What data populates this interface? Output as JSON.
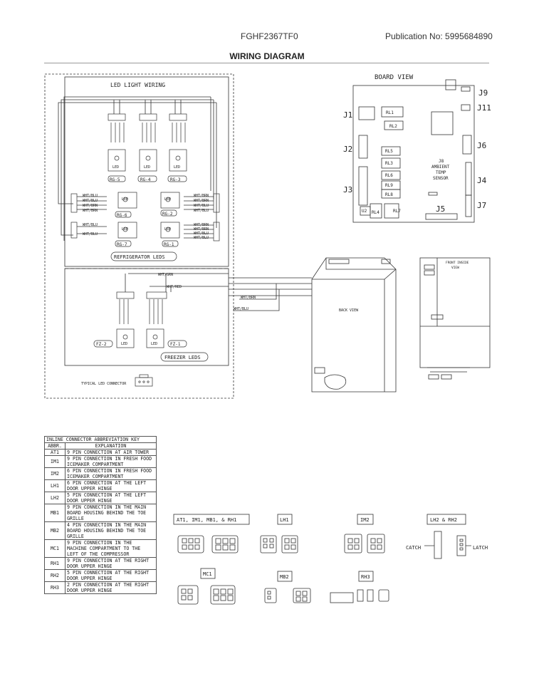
{
  "header": {
    "model": "FGHF2367TF0",
    "publication": "Publication No:  5995684890"
  },
  "title": "WIRING DIAGRAM",
  "led_panel": {
    "title": "LED LIGHT WIRING",
    "refrigerator_label": "REFRIGERATOR LEDS",
    "freezer_label": "FREEZER LEDS",
    "typical_connector": "TYPICAL LED CONNECTOR",
    "led_text": "LED",
    "modules": [
      "RG-5",
      "RG-4",
      "RG-3",
      "RG-6",
      "RG-2",
      "RG-7",
      "RG-1",
      "FZ-2",
      "FZ-1"
    ],
    "wires": [
      "WHT/BLU",
      "WHT/BRN",
      "WHT/GRN",
      "WHT/RED"
    ]
  },
  "board": {
    "title": "BOARD VIEW",
    "connectors": [
      "J1",
      "J2",
      "J3",
      "J4",
      "J5",
      "J6",
      "J7",
      "J9",
      "J11"
    ],
    "relays": [
      "RL1",
      "RL2",
      "RL5",
      "RL3",
      "RL6",
      "RL9",
      "RL8",
      "RL4",
      "RL7",
      "U2"
    ],
    "sensor": [
      "J8",
      "AMBIENT",
      "TEMP",
      "SENSOR"
    ]
  },
  "cabinet": {
    "back_view": "BACK VIEW",
    "front_inside": [
      "FRONT INSIDE",
      "VIEW"
    ]
  },
  "key": {
    "title": "INLINE CONNECTOR ABBREVIATION KEY",
    "headers": [
      "ABBR.",
      "EXPLANATION"
    ],
    "rows": [
      {
        "abbr": "AT1",
        "text": "9 PIN CONNECTION AT AIR TOWER"
      },
      {
        "abbr": "IM1",
        "text": "9 PIN CONNECTION IN FRESH FOOD ICEMAKER COMPARTMENT"
      },
      {
        "abbr": "IM2",
        "text": "6 PIN CONNECTION IN FRESH FOOD ICEMAKER COMPARTMENT"
      },
      {
        "abbr": "LH1",
        "text": "6 PIN CONNECTION AT THE LEFT DOOR UPPER HINGE"
      },
      {
        "abbr": "LH2",
        "text": "5 PIN CONNECTION AT THE LEFT DOOR UPPER HINGE"
      },
      {
        "abbr": "MB1",
        "text": "9 PIN CONNECTION IN THE MAIN BOARD HOUSING BEHIND THE TOE GRILLE"
      },
      {
        "abbr": "MB2",
        "text": "4 PIN CONNECTION IN THE MAIN BOARD HOUSING BEHIND THE TOE GRILLE"
      },
      {
        "abbr": "MC1",
        "text": "9 PIN CONNECTION IN THE MACHINE COMPARTMENT TO THE LEFT OF THE COMPRESSOR"
      },
      {
        "abbr": "RH1",
        "text": "9 PIN CONNECTION AT THE RIGHT DOOR UPPER HINGE"
      },
      {
        "abbr": "RH2",
        "text": "5 PIN CONNECTION AT THE RIGHT DOOR UPPER HINGE"
      },
      {
        "abbr": "RH3",
        "text": "2 PIN CONNECTION AT THE RIGHT DOOR UPPER HINGE"
      }
    ]
  },
  "connectors": {
    "group1": "AT1, IM1, MB1, & RH1",
    "lh1": "LH1",
    "im2": "IM2",
    "lh2rh2": "LH2 & RH2",
    "mc1": "MC1",
    "mb2": "MB2",
    "rh3": "RH3",
    "catch": "CATCH",
    "latch": "LATCH"
  }
}
